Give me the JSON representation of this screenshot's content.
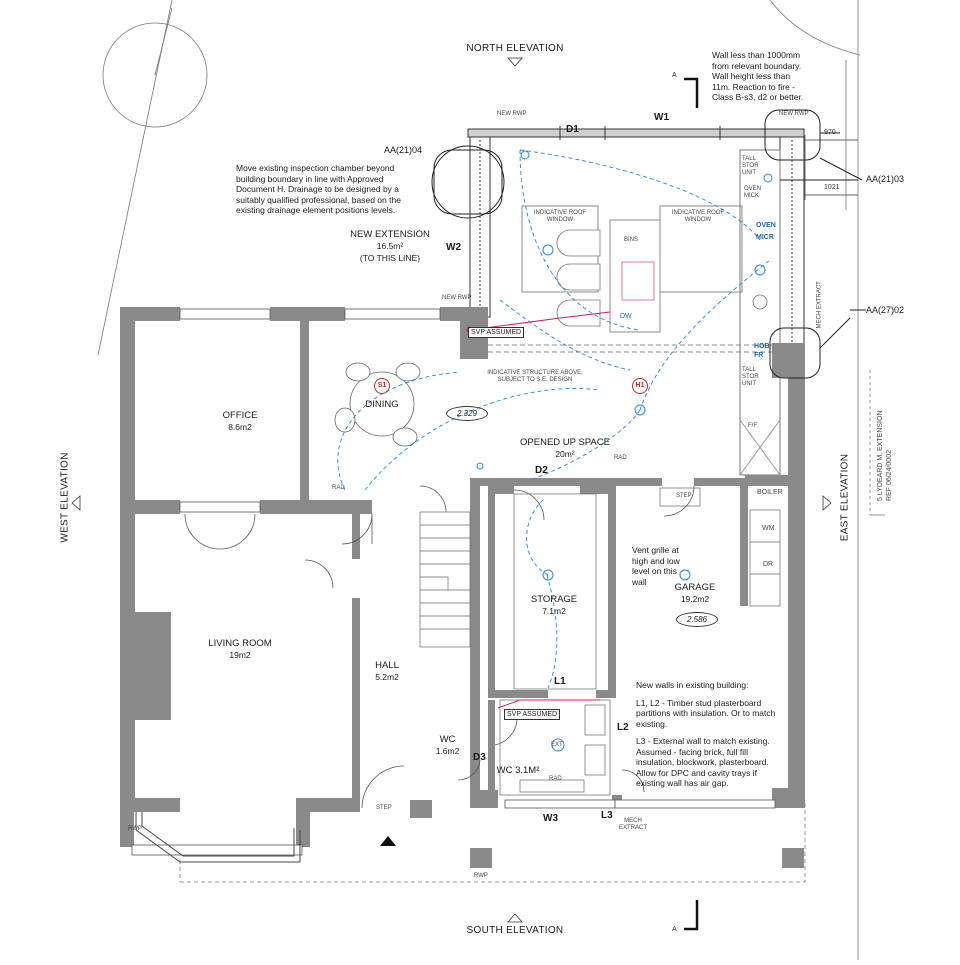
{
  "elevations": {
    "north": "NORTH ELEVATION",
    "south": "SOUTH ELEVATION",
    "west": "WEST ELEVATION",
    "east": "EAST ELEVATION"
  },
  "section_marker": "A",
  "rooms": {
    "office": {
      "name": "OFFICE",
      "area": "8.6m2"
    },
    "dining": {
      "name": "DINING"
    },
    "living": {
      "name": "LIVING ROOM",
      "area": "19m2"
    },
    "hall": {
      "name": "HALL",
      "area": "5.2m2"
    },
    "wc": {
      "name": "WC",
      "area": "1.6m2"
    },
    "wc_new": {
      "name": "WC 3.1m²"
    },
    "storage": {
      "name": "STORAGE",
      "area": "7.1m2"
    },
    "garage": {
      "name": "GARAGE",
      "area": "19.2m2"
    },
    "opened": {
      "name": "OPENED UP SPACE",
      "area": "20m²"
    },
    "extension": {
      "name": "NEW EXTENSION",
      "area": "16.5m²",
      "note": "(TO THIS LINE)"
    }
  },
  "wall_tags": {
    "d1": "D1",
    "w1": "W1",
    "w2": "W2",
    "d2": "D2",
    "d3": "D3",
    "l1": "L1",
    "l2": "L2",
    "l3": "L3",
    "w3": "W3"
  },
  "references": {
    "aa2104": "AA(21)04",
    "aa2103": "AA(21)03",
    "aa2702": "AA(27)02"
  },
  "dimensions": {
    "d970": "970",
    "d1021": "1021"
  },
  "oval_tags": {
    "t2329": "2.329",
    "t2586": "2.586"
  },
  "marks": {
    "s1": "S1",
    "h1": "H1"
  },
  "fixtures": {
    "new_rwp_1": "NEW RWP",
    "new_rwp_2": "NEW RWP",
    "new_rwp_3": "NEW RWP",
    "rwp_1": "RWP",
    "rwp_2": "RWP",
    "svp_1": "SVP ASSUMED",
    "svp_2": "SVP ASSUMED",
    "roof_window_1": "INDICATIVE ROOF WINDOW",
    "roof_window_2": "INDICATIVE ROOF WINDOW",
    "bins": "BINS",
    "dw": "DW",
    "tall_stor_1": "TALL STOR UNIT",
    "tall_stor_2": "TALL STOR UNIT",
    "oven_mick": "OVEN MICK",
    "oven": "OVEN",
    "micr": "MICR",
    "hob": "HOB",
    "fr": "FR",
    "ff": "F/F",
    "mech_extract_1": "MECH EXTRACT",
    "mech_extract_2": "MECH EXTRACT",
    "rad_1": "RAD",
    "rad_2": "RAD",
    "rad_3": "RAD",
    "step_1": "STEP",
    "step_2": "STEP",
    "boiler": "BOILER",
    "wm": "WM",
    "dr": "DR",
    "ext": "EXT",
    "structure": "INDICATIVE STRUCTURE ABOVE, SUBJECT TO S.E. DESIGN"
  },
  "notes": {
    "boundary": [
      "Wall less than 1000mm",
      "from relevant boundary.",
      "Wall height less than",
      "11m. Reaction to fire -",
      "Class B-s3, d2 or better."
    ],
    "drainage": [
      "Move existing inspection chamber beyond",
      "building boundary in line with Approved",
      "Document H. Drainage to be designed by a",
      "suitably qualified professional, based on the",
      "existing drainage element positions levels."
    ],
    "vent": [
      "Vent grille at",
      "high and low",
      "level on this",
      "wall"
    ],
    "new_walls_title": "New walls in existing building:",
    "new_walls_l1l2": [
      "L1, L2 - Timber stud plasterboard",
      "partitions with insulation. Or to match",
      "existing."
    ],
    "new_walls_l3": [
      "L3 - External wall to match existing.",
      "Assumed - facing brick, full fill",
      "insulation, blockwork, plasterboard.",
      "Allow for DPC and cavity trays if",
      "existing wall has air gap."
    ]
  },
  "neighbour": [
    "5 LYDEARD M. EXTENSION",
    "REF 06/24/0002"
  ],
  "colors": {
    "wall": "#8a8a8a",
    "wall_dark": "#7c7c7c",
    "service": "#1e88e5",
    "drain": "#d81b60",
    "mark": "#c62828"
  }
}
